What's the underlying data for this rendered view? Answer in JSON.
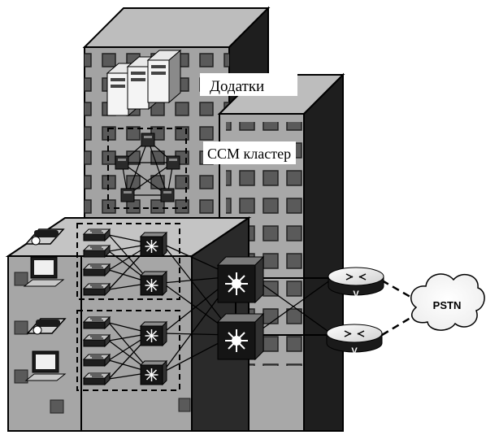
{
  "labels": {
    "apps": "Додатки",
    "ccm_cluster": "CCM кластер",
    "pstn": "PSTN",
    "router_mark": "V"
  },
  "colors": {
    "facade_dark": "#1e1e1e",
    "facade_mid": "#9a9a9a",
    "facade_light": "#b4b4b4",
    "window": "#5a5a5a",
    "device": "#2a2a2a",
    "line": "#000000"
  },
  "icons": {
    "servers": "server-tower-icon",
    "ccm_nodes": "call-manager-server-icon",
    "phones": "ip-phone-icon",
    "pcs": "workstation-icon",
    "access_switches": "workgroup-switch-icon",
    "distribution_switches": "multilayer-switch-icon",
    "core_switches": "core-switch-icon",
    "gateways": "voice-router-icon",
    "cloud": "pstn-cloud-icon"
  }
}
